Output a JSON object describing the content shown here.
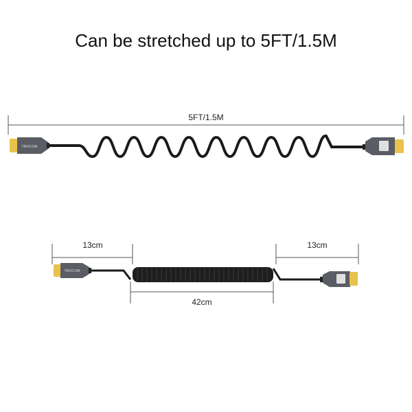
{
  "title": "Can be stretched up to 5FT/1.5M",
  "stretched_cable": {
    "length_label": "5FT/1.5M",
    "brand_logo": "brand-logo",
    "connector_left": "hdmi-connector",
    "connector_right": "hdmi-connector-8k-badge"
  },
  "coiled_cable": {
    "left_straight_label": "13cm",
    "right_straight_label": "13cm",
    "coil_label": "42cm"
  },
  "colors": {
    "cable": "#1a1a1a",
    "connector_shell": "#5a5d63",
    "gold_plug": "#e8c24a",
    "dimension_line": "#555555"
  }
}
